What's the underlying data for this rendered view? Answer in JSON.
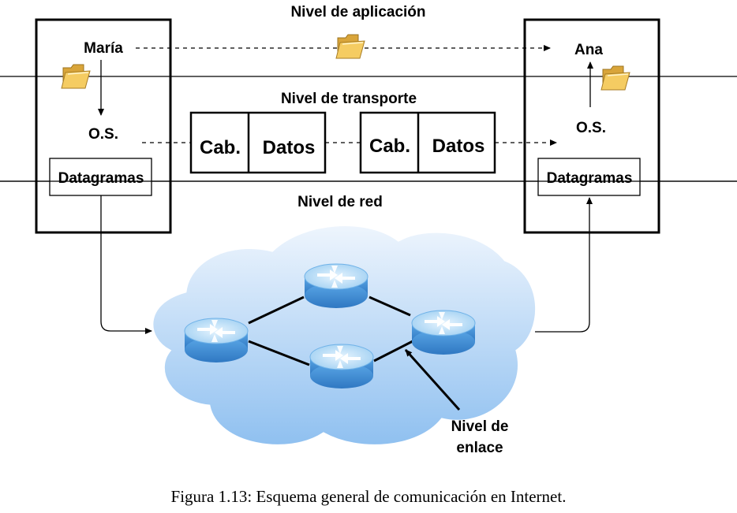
{
  "levels": {
    "application": "Nivel de aplicación",
    "transport": "Nivel de transporte",
    "network": "Nivel de red",
    "link_line1": "Nivel de",
    "link_line2": "enlace"
  },
  "hosts": {
    "left": {
      "user": "María",
      "os": "O.S.",
      "datagrams": "Datagramas"
    },
    "right": {
      "user": "Ana",
      "os": "O.S.",
      "datagrams": "Datagramas"
    }
  },
  "segments": [
    {
      "header": "Cab.",
      "data": "Datos"
    },
    {
      "header": "Cab.",
      "data": "Datos"
    }
  ],
  "icons": {
    "file": "folder-icon",
    "router": "router-icon",
    "network": "cloud-icon"
  },
  "colors": {
    "cloud_top": "#eef5fd",
    "cloud_bottom": "#8fc0f0",
    "router_top": "#bfe0f8",
    "router_side": "#3e8fd6",
    "folder": "#f2c14e"
  },
  "caption": "Figura 1.13: Esquema general de comunicación en Internet."
}
